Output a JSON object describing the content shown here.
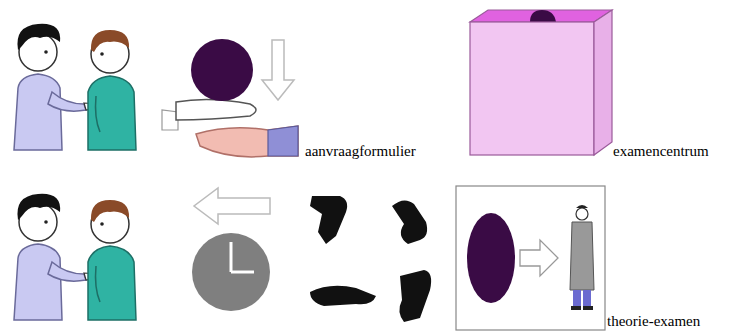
{
  "diagram": {
    "labels": [
      "aanvraagformulier",
      "examencentrum",
      "theorie-examen"
    ]
  }
}
